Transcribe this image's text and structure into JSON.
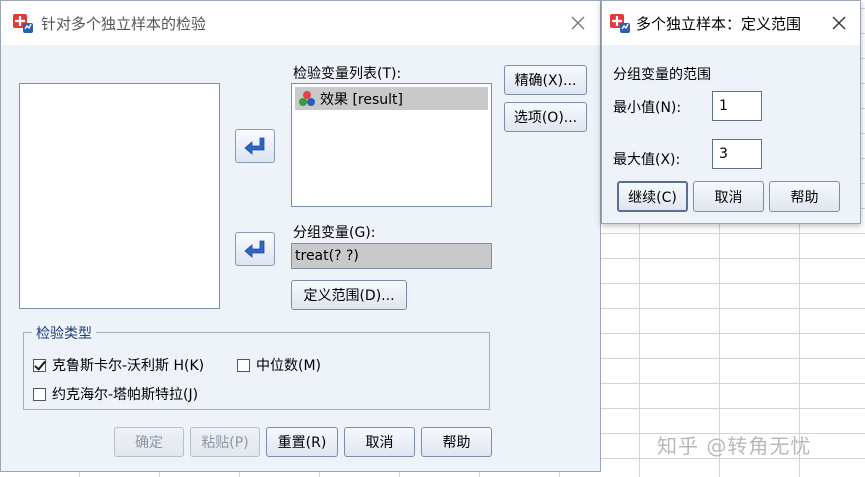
{
  "main_dialog": {
    "title": "针对多个独立样本的检验",
    "test_var_list_label": "检验变量列表(T):",
    "test_vars": [
      {
        "label": "效果 [result]"
      }
    ],
    "group_var_label": "分组变量(G):",
    "group_var_value": "treat(? ?)",
    "define_range_button": "定义范围(D)...",
    "exact_button": "精确(X)...",
    "options_button": "选项(O)...",
    "test_type": {
      "title": "检验类型",
      "kruskal": {
        "label": "克鲁斯卡尔-沃利斯 H(K)",
        "checked": true
      },
      "median": {
        "label": "中位数(M)",
        "checked": false
      },
      "jonckheere": {
        "label": "约克海尔-塔帕斯特拉(J)",
        "checked": false
      }
    },
    "buttons": {
      "ok": "确定",
      "paste": "粘贴(P)",
      "reset": "重置(R)",
      "cancel": "取消",
      "help": "帮助"
    }
  },
  "range_dialog": {
    "title": "多个独立样本：定义范围",
    "section_label": "分组变量的范围",
    "min_label": "最小值(N):",
    "min_value": "1",
    "max_label": "最大值(X):",
    "max_value": "3",
    "buttons": {
      "continue": "继续(C)",
      "cancel": "取消",
      "help": "帮助"
    }
  },
  "watermark": "知乎 @转角无忧"
}
